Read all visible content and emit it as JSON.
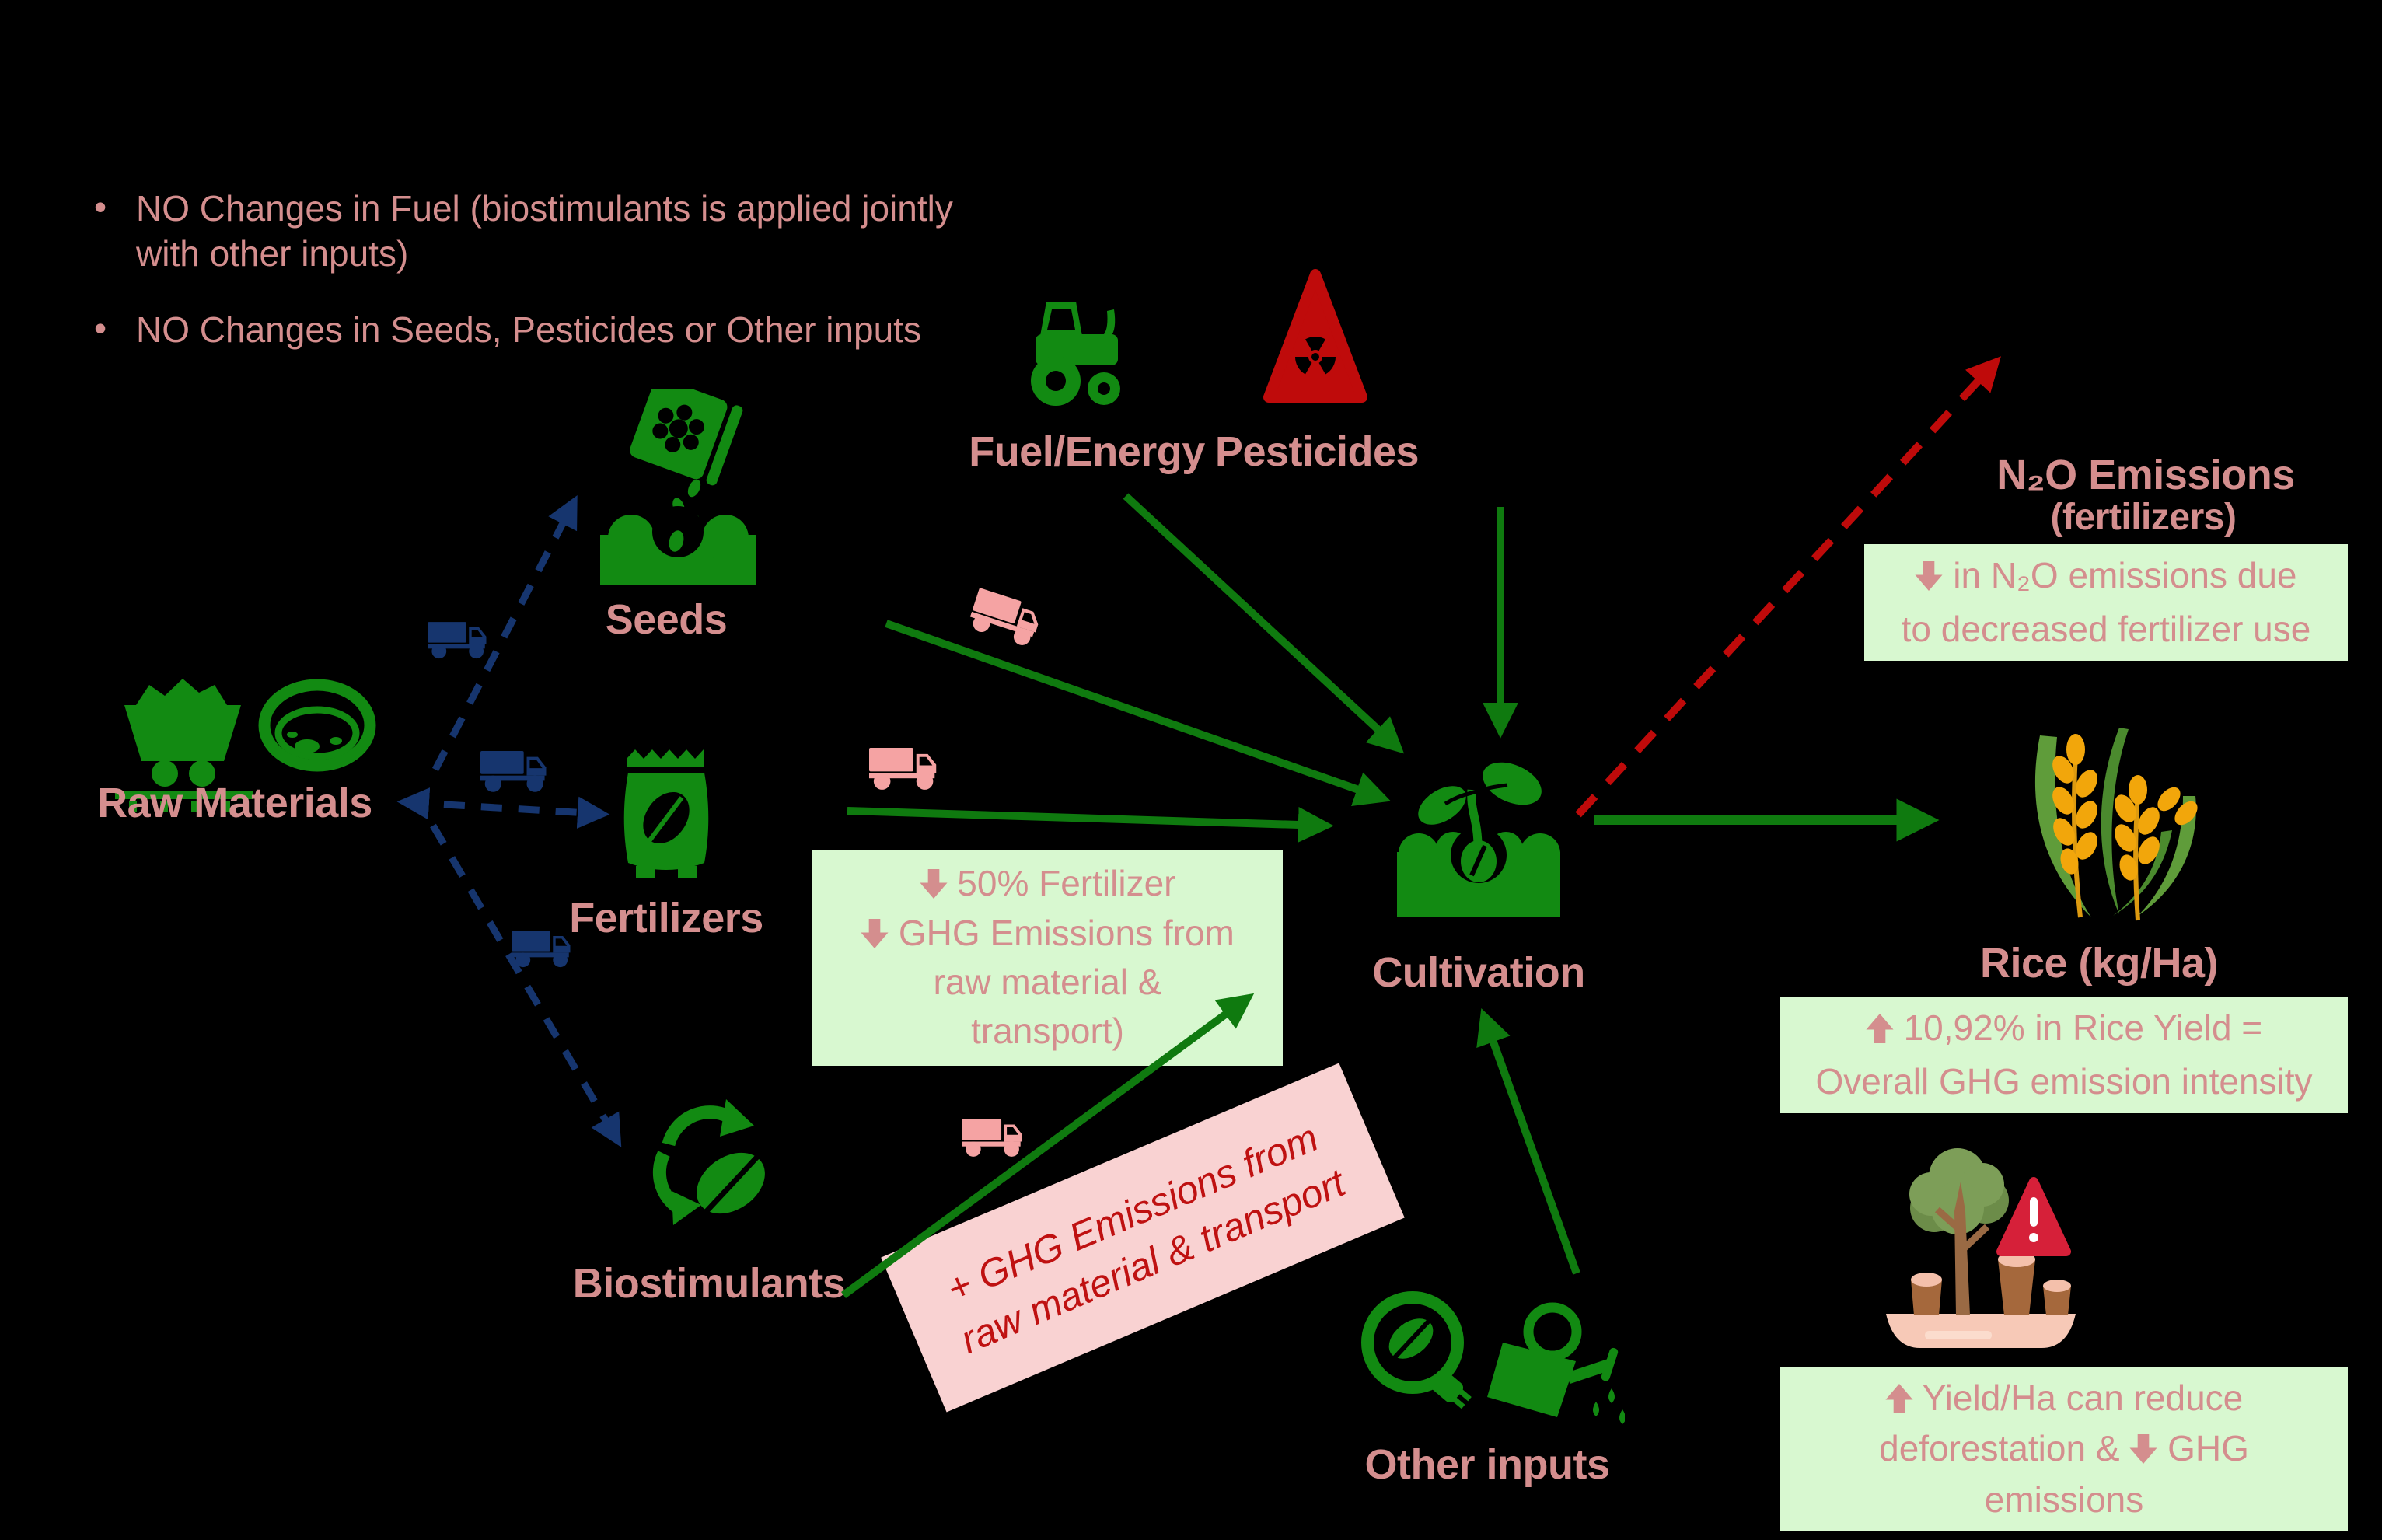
{
  "colors": {
    "background": "#000000",
    "icon_green": "#128a12",
    "arrow_green": "#0f7a0f",
    "label_pink": "#d48e8e",
    "truck_blue": "#16356e",
    "truck_pink": "#f5a3a3",
    "alert_red": "#bf0a0a",
    "callout_green_bg": "#d8f8d0",
    "callout_pink_bg": "#f9d2d2",
    "callout_red_text": "#bf1111",
    "rice_gold": "#f2a60b",
    "rice_leaf": "#5f9c3a"
  },
  "notes": {
    "items": [
      "NO Changes in Fuel (biostimulants is applied jointly with other inputs)",
      "NO Changes in Seeds, Pesticides or Other inputs"
    ]
  },
  "nodes": {
    "raw_materials": {
      "label": "Raw Materials"
    },
    "seeds": {
      "label": "Seeds"
    },
    "fertilizers": {
      "label": "Fertilizers"
    },
    "biostimulants": {
      "label": "Biostimulants"
    },
    "fuel_energy": {
      "label": "Fuel/Energy"
    },
    "pesticides": {
      "label": "Pesticides"
    },
    "cultivation": {
      "label": "Cultivation"
    },
    "other_inputs": {
      "label": "Other inputs"
    },
    "rice": {
      "label": "Rice (kg/Ha)"
    },
    "n2o": {
      "title": "N₂O Emissions",
      "subtitle": "(fertilizers)"
    }
  },
  "callouts": {
    "n2o_box": {
      "line1": "in N₂O emissions due",
      "line2": "to decreased fertilizer use"
    },
    "fertilizer_box": {
      "line1": "50% Fertilizer",
      "line2": "GHG Emissions from",
      "line3": "raw material &",
      "line4": "transport)"
    },
    "rice_box": {
      "line1": "10,92% in Rice Yield =",
      "line2": "Overall GHG emission intensity"
    },
    "deforestation_box": {
      "line1": "Yield/Ha can reduce",
      "line2a": "deforestation &",
      "line2b": "GHG",
      "line3": "emissions"
    },
    "transport_box": {
      "line1": "+ GHG Emissions from",
      "line2": "raw material & transport"
    }
  }
}
